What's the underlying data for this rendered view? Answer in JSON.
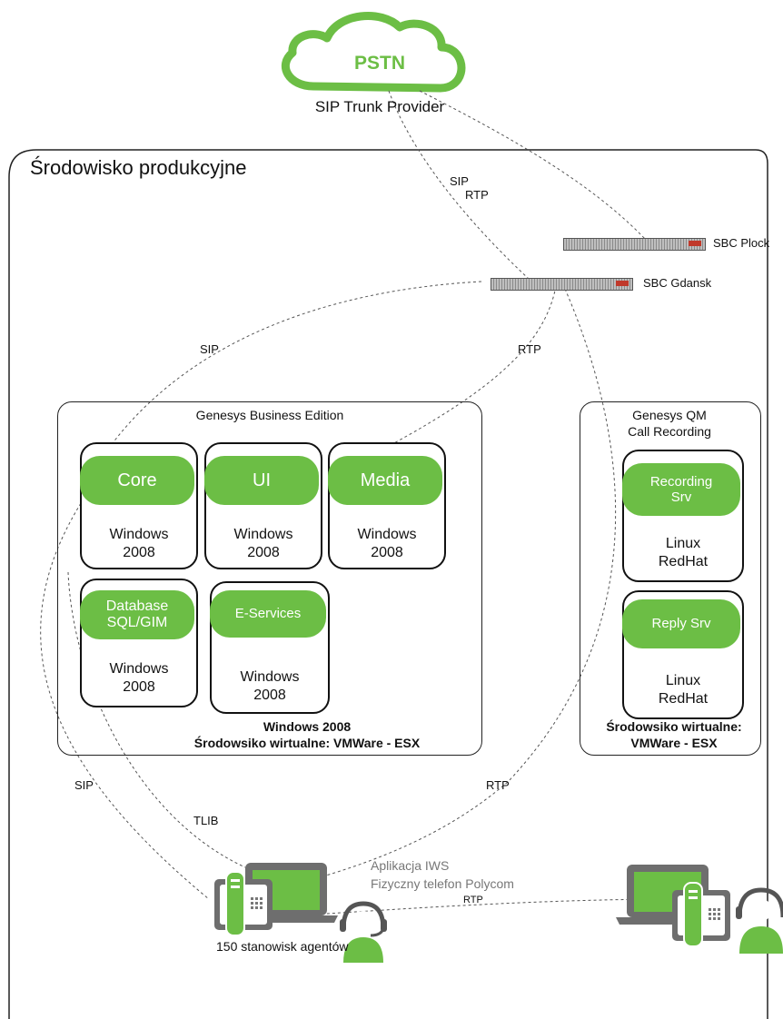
{
  "cloud": {
    "label": "PSTN",
    "caption": "SIP Trunk Provider"
  },
  "environment": {
    "title": "Środowisko produkcyjne"
  },
  "sbc": {
    "plock": "SBC Plock",
    "gdansk": "SBC Gdansk"
  },
  "links": {
    "sip_top": "SIP",
    "rtp_top": "RTP",
    "sip_left": "SIP",
    "rtp_right": "RTP",
    "sip_bottom": "SIP",
    "tlib": "TLIB",
    "rtp_bottom": "RTP",
    "rtp_agents": "RTP"
  },
  "genesys_be": {
    "title": "Genesys Business Edition",
    "footer_line1": "Windows 2008",
    "footer_line2": "Środowsiko wirtualne: VMWare - ESX",
    "vms": [
      {
        "name": "Core",
        "os1": "Windows",
        "os2": "2008"
      },
      {
        "name": "UI",
        "os1": "Windows",
        "os2": "2008"
      },
      {
        "name": "Media",
        "os1": "Windows",
        "os2": "2008"
      },
      {
        "name1": "Database",
        "name2": "SQL/GIM",
        "os1": "Windows",
        "os2": "2008"
      },
      {
        "name": "E-Services",
        "os1": "Windows",
        "os2": "2008"
      }
    ]
  },
  "genesys_qm": {
    "title1": "Genesys QM",
    "title2": "Call Recording",
    "footer_line1": "Środowsiko wirtualne:",
    "footer_line2": "VMWare - ESX",
    "vms": [
      {
        "name1": "Recording",
        "name2": "Srv",
        "os1": "Linux",
        "os2": "RedHat"
      },
      {
        "name": "Reply Srv",
        "os1": "Linux",
        "os2": "RedHat"
      }
    ]
  },
  "agents": {
    "app_line1": "Aplikacja IWS",
    "app_line2": "Fizyczny telefon Polycom",
    "caption": "150 stanowisk agentów"
  },
  "colors": {
    "green": "#6cbe45",
    "line": "#555555"
  }
}
